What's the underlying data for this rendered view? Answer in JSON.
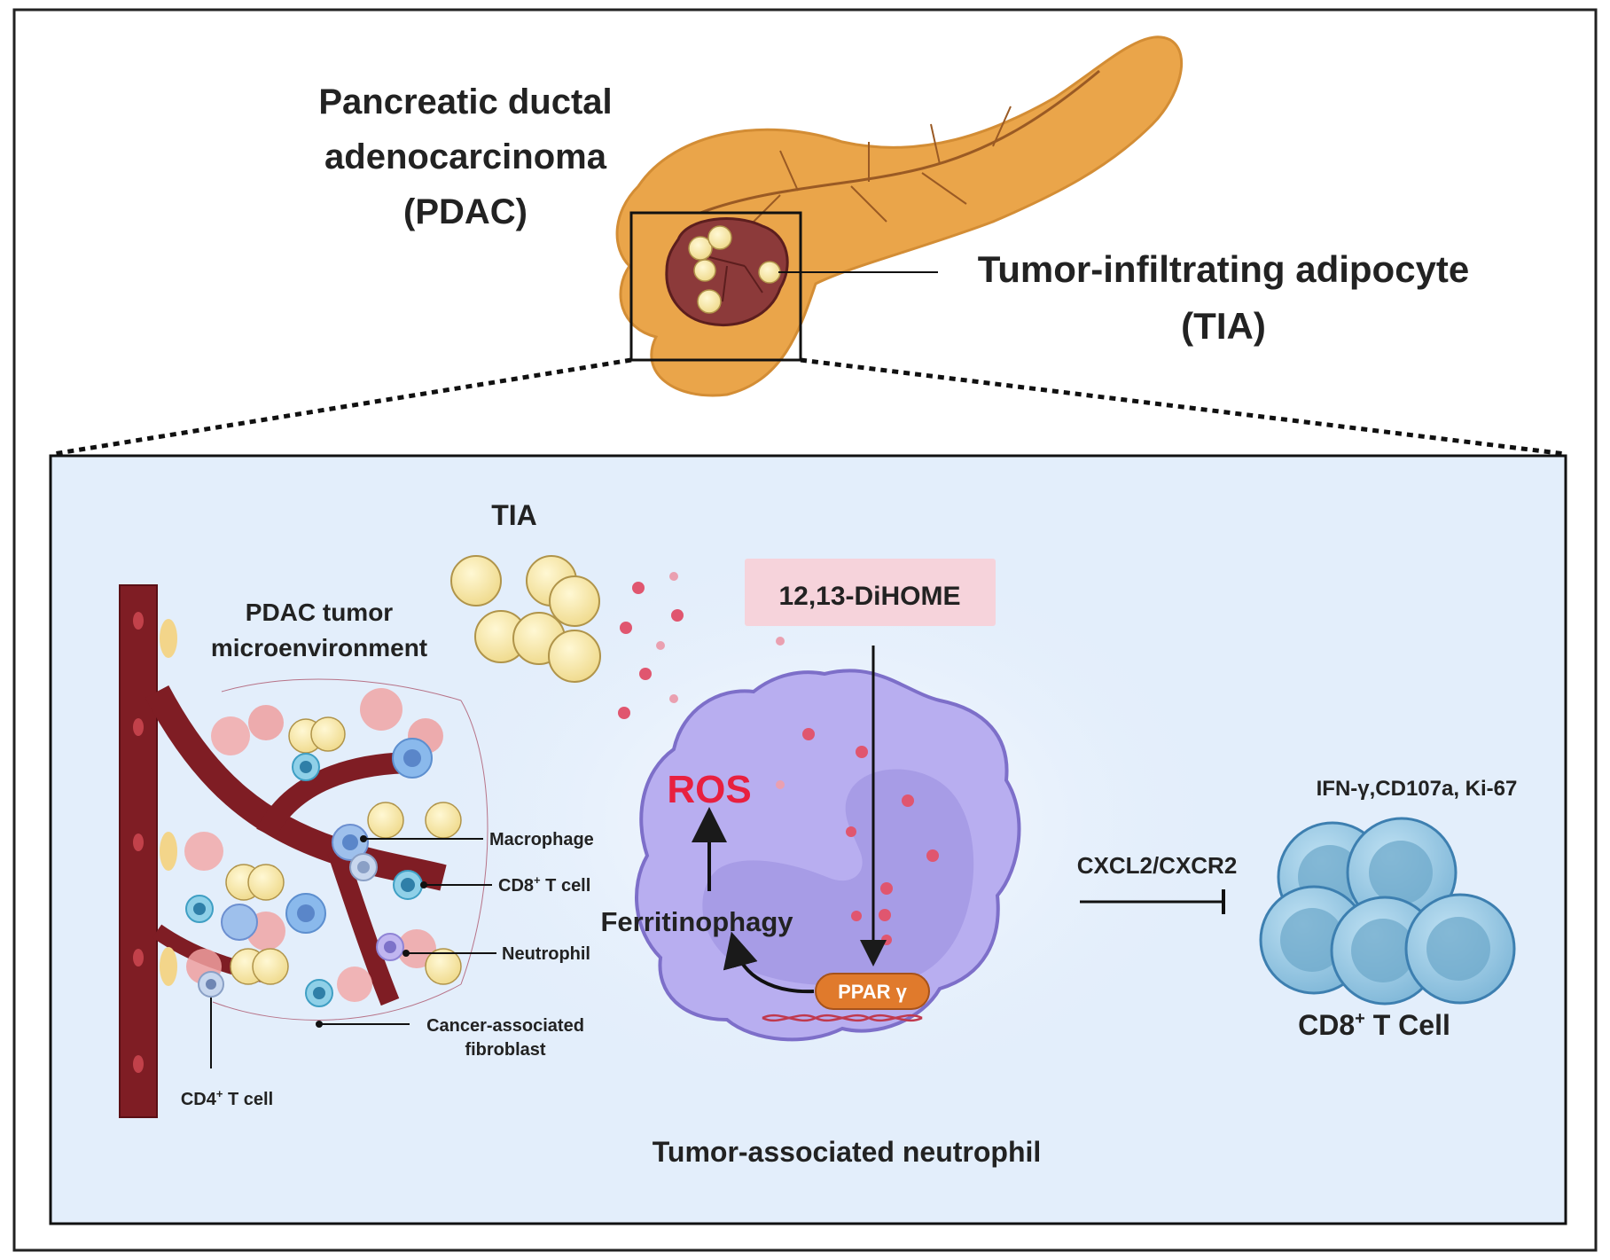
{
  "header": {
    "pdac_line1": "Pancreatic ductal",
    "pdac_line2": "adenocarcinoma",
    "pdac_line3": "(PDAC)",
    "tia_line1": "Tumor-infiltrating adipocyte",
    "tia_line2": "(TIA)"
  },
  "panel": {
    "tia_label": "TIA",
    "microenv_line1": "PDAC tumor",
    "microenv_line2": "microenvironment",
    "macrophage": "Macrophage",
    "cd8_prefix": "CD8",
    "cd8_sup": "+",
    "cd8_suffix": " T cell",
    "neutrophil": "Neutrophil",
    "caf_line1": "Cancer-associated",
    "caf_line2": "fibroblast",
    "cd4_prefix": "CD4",
    "cd4_sup": "+",
    "cd4_suffix": " T cell",
    "dihome": "12,13-DiHOME",
    "ros": "ROS",
    "ferritinophagy": "Ferritinophagy",
    "ppar": "PPAR γ",
    "neutrophil_title": "Tumor-associated neutrophil",
    "cxcl": "CXCL2/CXCR2",
    "markers": "IFN-γ,CD107a, Ki-67",
    "tcell_prefix": "CD8",
    "tcell_sup": "+",
    "tcell_suffix": " T Cell"
  },
  "colors": {
    "panel_bg": "#e3eefb",
    "pancreas": "#eaa54a",
    "tumor": "#8c3a3a",
    "adipocyte": "#f7e7a3",
    "vessel": "#7f1d24",
    "neutrophil_cell": "#b8aef0",
    "nucleus": "#9b8fe0",
    "dihome_box": "#f6d3db",
    "ros": "#e8203f",
    "ppar": "#e07a2c",
    "tcell": "#9ccbe6",
    "droplet": "#e0566f"
  }
}
